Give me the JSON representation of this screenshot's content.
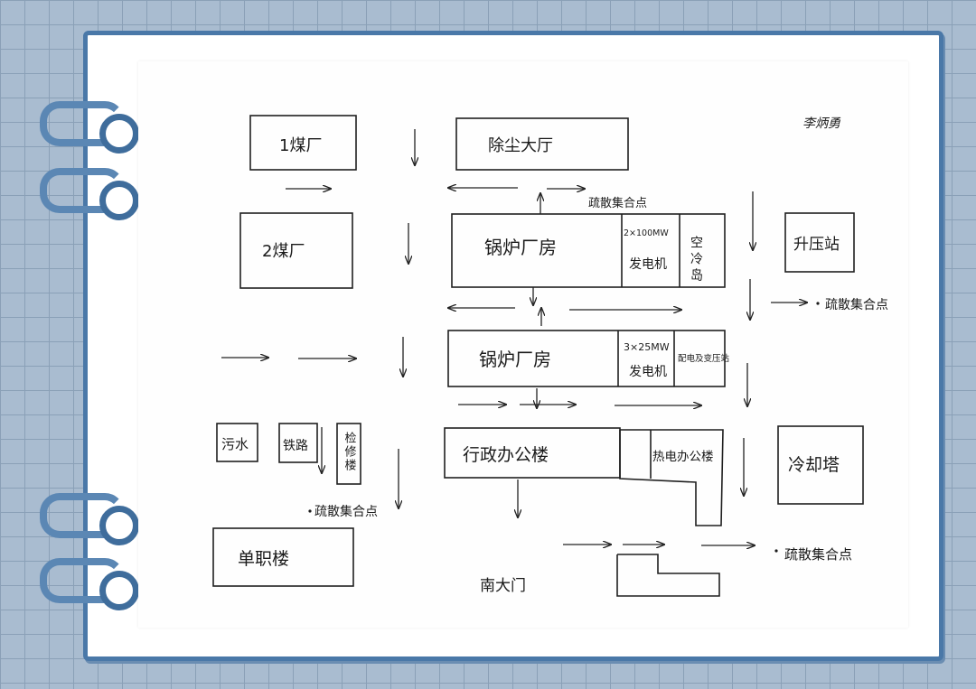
{
  "signature": "李炳勇",
  "boxes": {
    "coal_factory_1": "1煤厂",
    "dust_hall": "除尘大厅",
    "coal_factory_2": "2煤厂",
    "boiler_house_1": "锅炉厂房",
    "generator_1_spec": "2×100MW",
    "generator_1_name": "发电机",
    "air_cooling": "空冷岛",
    "booster_station": "升压站",
    "boiler_house_2": "锅炉厂房",
    "generator_2_spec": "3×25MW",
    "generator_2_name": "发电机",
    "substation": "配电及变压站",
    "sewage": "污水",
    "railway": "铁路",
    "maintenance": "检修楼",
    "admin_building": "行政办公楼",
    "power_office": "热电办公楼",
    "cooling_tower": "冷却塔",
    "dormitory": "单职楼"
  },
  "gate_label": "南大门",
  "assembly_labels": {
    "top": "疏散集合点",
    "right_upper": "疏散集合点",
    "left_lower": "疏散集合点",
    "right_lower": "疏散集合点"
  }
}
